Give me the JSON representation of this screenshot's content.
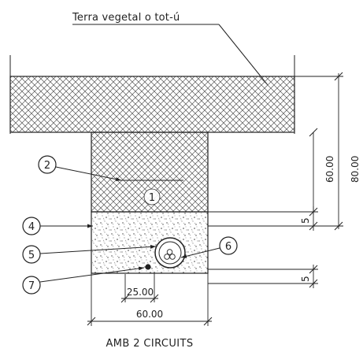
{
  "drawing": {
    "top_label": "Terra vegetal o tot-ú",
    "caption": "AMB 2 CIRCUITS",
    "callouts": [
      "1",
      "2",
      "4",
      "5",
      "6",
      "7"
    ],
    "dimensions": {
      "height_trench": "60.00",
      "height_total": "80.00",
      "layer_top": "5",
      "layer_bottom": "5",
      "inner_width": "25.00",
      "trench_width": "60.00"
    }
  }
}
